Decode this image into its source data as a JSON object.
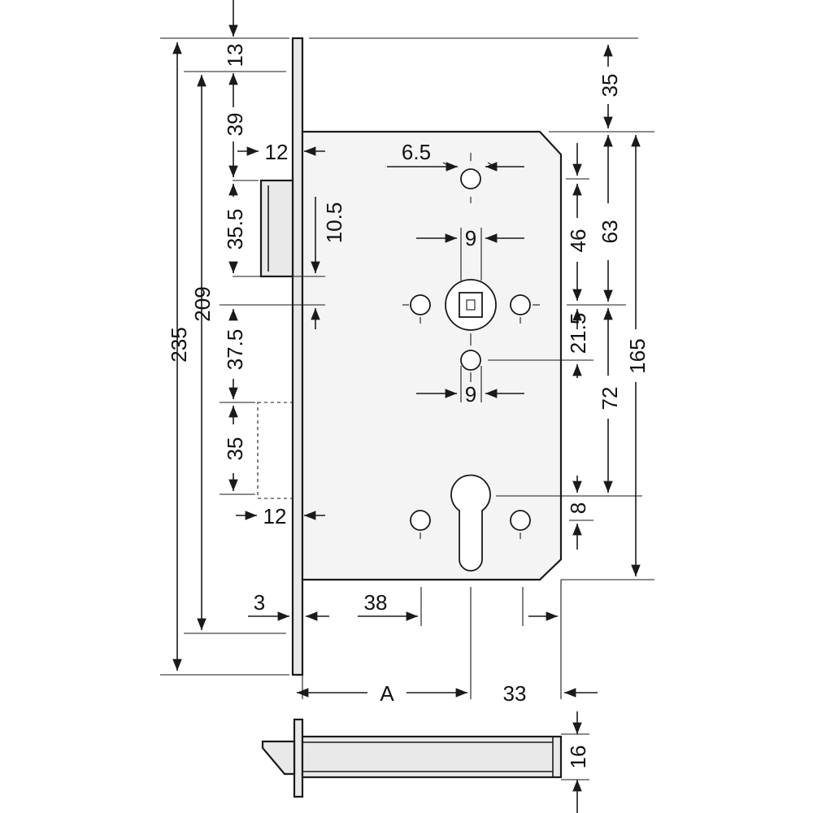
{
  "dimensions": {
    "d13": "13",
    "d39": "39",
    "d12_top": "12",
    "d35_5": "35.5",
    "d10_5": "10.5",
    "d209": "209",
    "d235": "235",
    "d37_5": "37.5",
    "d35": "35",
    "d12_bottom": "12",
    "d3": "3",
    "d38": "38",
    "dA": "A",
    "d33": "33",
    "d16": "16",
    "d6_5": "6.5",
    "d9_top": "9",
    "d9_bottom": "9",
    "d35_right": "35",
    "d63": "63",
    "d46": "46",
    "d21_5": "21.5",
    "d72": "72",
    "d165": "165",
    "d8": "8"
  }
}
